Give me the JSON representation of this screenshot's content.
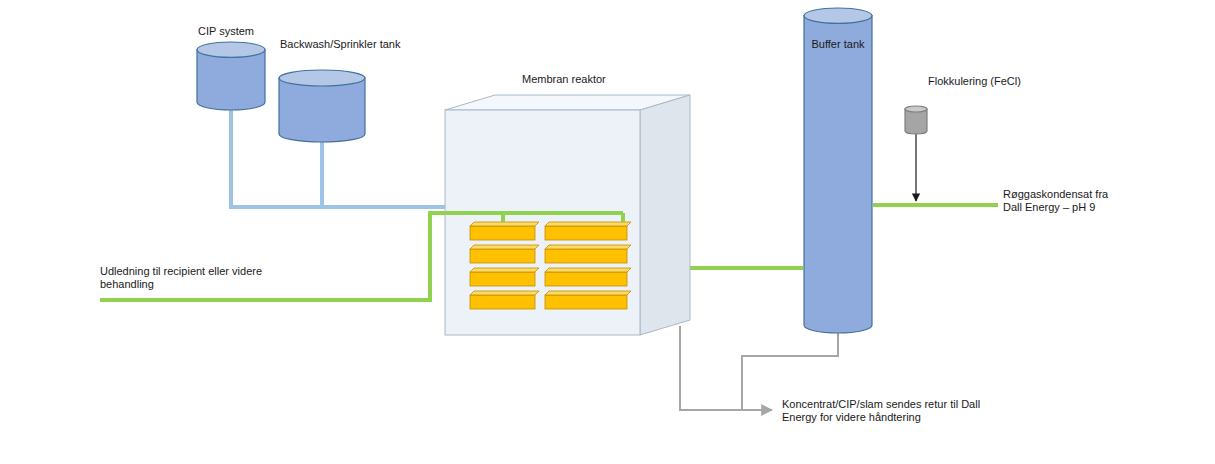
{
  "diagram": {
    "nodes": [
      {
        "text": [
          "CIP system"
        ]
      },
      {
        "text": [
          "Backwash/Sprinkler tank"
        ]
      },
      {
        "text": [
          "Membran reaktor"
        ]
      },
      {
        "text": [
          "Buffer tank"
        ]
      },
      {
        "text": [
          "Flokkulering (FeCl)"
        ]
      }
    ],
    "edges": [
      {
        "from": 0,
        "to": 2,
        "arrow": "none"
      },
      {
        "from": 1,
        "to": 2,
        "arrow": "none"
      },
      {
        "from": 3,
        "to": 2,
        "arrow": "none"
      }
    ],
    "labels": [
      "Udledning til recipient eller videre behandling",
      "Røggaskondensat fra Dall Energy – pH 9",
      "Koncentrat/CIP/slam sendes retur til Dall Energy for videre håndtering"
    ]
  }
}
